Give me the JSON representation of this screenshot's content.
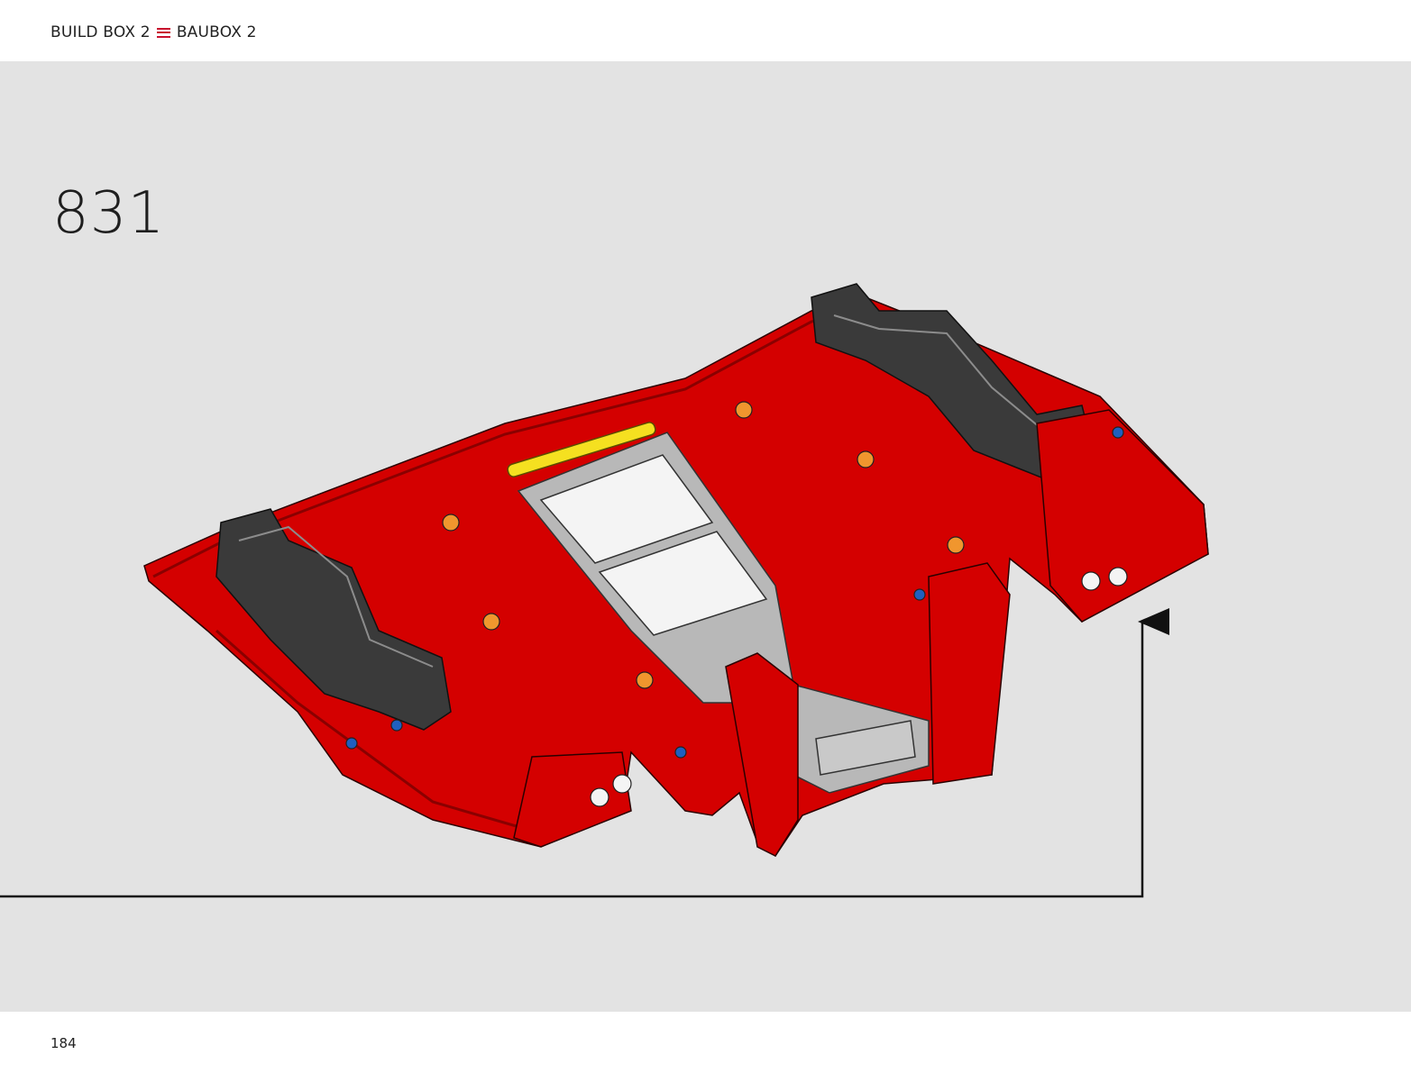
{
  "header": {
    "left_label": "BUILD BOX 2",
    "right_label": "BAUBOX 2",
    "accent_color": "#c8102e"
  },
  "step": {
    "number": "831"
  },
  "footer": {
    "page_number": "184"
  },
  "colors": {
    "stage_background": "#e3e3e3",
    "brick_red": "#d40000",
    "dark_gray": "#3a3a3a",
    "light_gray": "#b8b8b8",
    "white": "#f4f4f4",
    "orange": "#f0962e",
    "yellow": "#f5e020",
    "blue": "#1f5fbf"
  }
}
